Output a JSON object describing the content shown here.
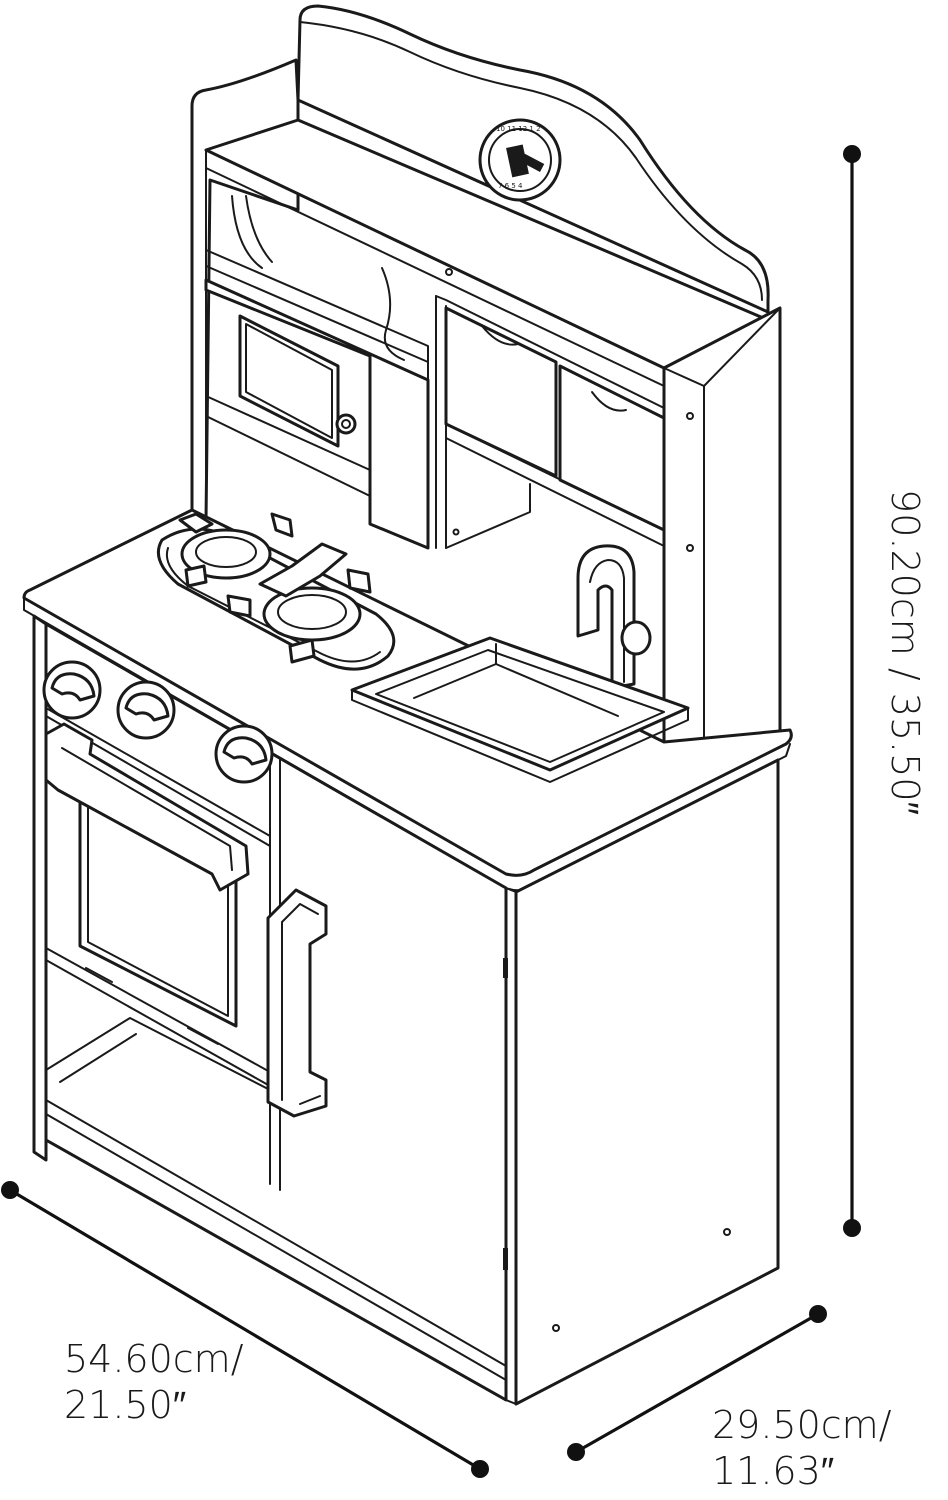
{
  "dimensions": {
    "height": {
      "metric": "90.20cm",
      "imperial": "35.50″",
      "text": "90.20cm / 35.50″"
    },
    "width": {
      "metric": "54.60cm/",
      "imperial": "21.50″"
    },
    "depth": {
      "metric": "29.50cm/",
      "imperial": "11.63″"
    }
  },
  "colors": {
    "line": "#1a1a1a",
    "background": "#ffffff"
  },
  "icons": [
    "clock-icon",
    "burner-icon",
    "knob-icon",
    "faucet-icon",
    "sink-icon"
  ]
}
